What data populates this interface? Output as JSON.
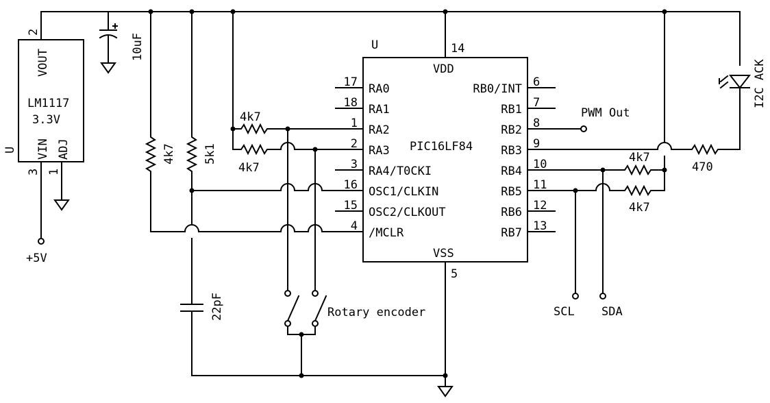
{
  "regulator": {
    "designator": "U",
    "part": "LM1117",
    "voltage": "3.3V",
    "pins": {
      "vout": "VOUT",
      "vin": "VIN",
      "adj": "ADJ"
    },
    "pin_numbers": {
      "vout": "2",
      "vin": "3",
      "adj": "1"
    }
  },
  "mcu": {
    "designator": "U",
    "part": "PIC16LF84",
    "vdd_label": "VDD",
    "vss_label": "VSS",
    "vdd_pin": "14",
    "vss_pin": "5",
    "left_pins": [
      {
        "num": "17",
        "name": "RA0"
      },
      {
        "num": "18",
        "name": "RA1"
      },
      {
        "num": "1",
        "name": "RA2"
      },
      {
        "num": "2",
        "name": "RA3"
      },
      {
        "num": "3",
        "name": "RA4/T0CKI"
      },
      {
        "num": "16",
        "name": "OSC1/CLKIN"
      },
      {
        "num": "15",
        "name": "OSC2/CLKOUT"
      },
      {
        "num": "4",
        "name": "/MCLR"
      }
    ],
    "right_pins": [
      {
        "num": "6",
        "name": "RB0/INT"
      },
      {
        "num": "7",
        "name": "RB1"
      },
      {
        "num": "8",
        "name": "RB2"
      },
      {
        "num": "9",
        "name": "RB3"
      },
      {
        "num": "10",
        "name": "RB4"
      },
      {
        "num": "11",
        "name": "RB5"
      },
      {
        "num": "12",
        "name": "RB6"
      },
      {
        "num": "13",
        "name": "RB7"
      }
    ]
  },
  "components": {
    "cap_supply": "10uF",
    "r_mclr": "4k7",
    "r_osc": "5k1",
    "r_ra2": "4k7",
    "r_ra3": "4k7",
    "cap_osc": "22pF",
    "r_rb4": "4k7",
    "r_rb5": "4k7",
    "r_led": "470",
    "led": "I2C ACK"
  },
  "nets": {
    "pwm": "PWM Out",
    "plus5v": "+5V",
    "scl": "SCL",
    "sda": "SDA",
    "encoder": "Rotary encoder"
  }
}
